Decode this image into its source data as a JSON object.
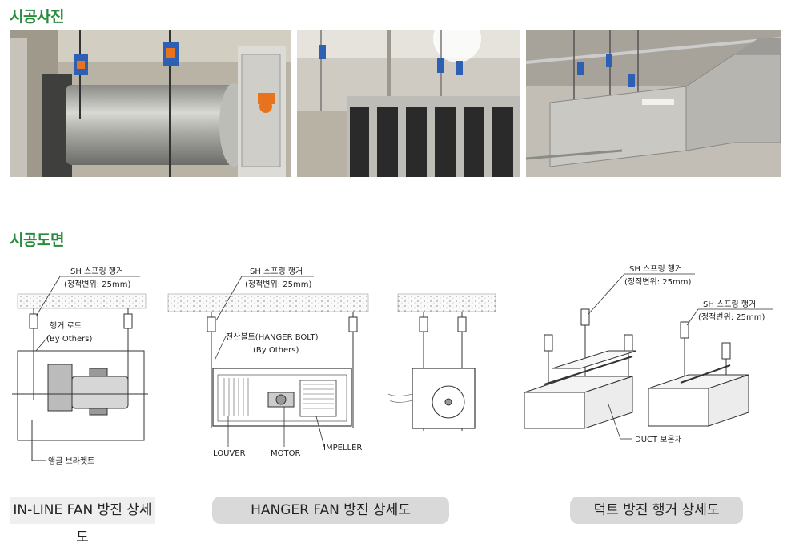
{
  "section_photos": {
    "title": "시공사진"
  },
  "section_drawings": {
    "title": "시공도면"
  },
  "drawing1": {
    "spring_hanger": "SH 스프링 행거",
    "spring_hanger_range": "(정적변위: 25mm)",
    "hanger_rod": "행거 로드",
    "by_others": "(By Others)",
    "angle_bracket": "앵글 브라켓트"
  },
  "drawing2": {
    "spring_hanger": "SH 스프링 행거",
    "spring_hanger_range": "(정적변위: 25mm)",
    "hanger_bolt": "전산볼트(HANGER BOLT)",
    "by_others": "(By Others)",
    "louver": "LOUVER",
    "motor": "MOTOR",
    "impeller": "IMPELLER"
  },
  "drawing3": {
    "spring_hanger_1": "SH 스프링 행거",
    "spring_hanger_range_1": "(정적변위: 25mm)",
    "spring_hanger_2": "SH 스프링 행거",
    "spring_hanger_range_2": "(정적변위: 25mm)",
    "duct_insulation": "DUCT 보온재"
  },
  "captions": {
    "inline_fan": "IN-LINE FAN 방진 상세도",
    "hanger_fan": "HANGER FAN 방진 상세도",
    "duct_hanger": "덕트 방진 행거 상세도"
  },
  "colors": {
    "heading_green": "#2a8a3e",
    "hanger_blue": "#2d5fb3",
    "damper_orange": "#e8731c"
  }
}
